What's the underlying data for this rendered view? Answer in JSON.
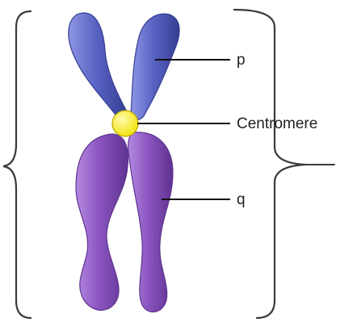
{
  "diagram": {
    "labels": {
      "p": "p",
      "centromere": "Centromere",
      "q": "q"
    },
    "colors": {
      "p_arm_fill": "#5a64c4",
      "p_arm_highlight": "#8d96e3",
      "p_arm_shadow": "#353d92",
      "q_arm_fill": "#8a54c0",
      "q_arm_highlight": "#b48ae0",
      "q_arm_shadow": "#5f3390",
      "centromere_fill": "#f2e205",
      "centromere_highlight": "#fffbb0",
      "bracket": "#3a3a3a",
      "leader_line": "#111111"
    }
  }
}
